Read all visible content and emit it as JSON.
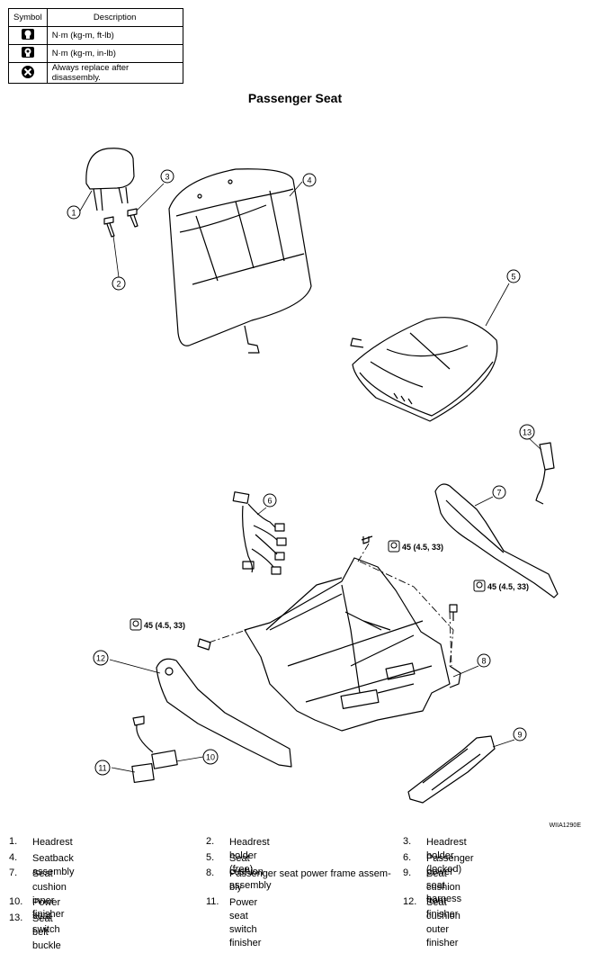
{
  "symbol_table": {
    "header_symbol": "Symbol",
    "header_description": "Description",
    "rows": [
      {
        "icon": "torque-wrench-icon",
        "description": "N·m (kg-m, ft-lb)"
      },
      {
        "icon": "torque-wrench-small-icon",
        "description": "N·m (kg-m, in-lb)"
      },
      {
        "icon": "replace-x-icon",
        "description": "Always replace after disassembly."
      }
    ]
  },
  "title": "Passenger Seat",
  "callouts": [
    "1",
    "2",
    "3",
    "4",
    "5",
    "6",
    "7",
    "8",
    "9",
    "10",
    "11",
    "12",
    "13"
  ],
  "torque_labels": [
    "45 (4.5, 33)",
    "45 (4.5, 33)",
    "45 (4.5, 33)"
  ],
  "figure_code": "WIIA1290E",
  "legend": [
    {
      "num": "1.",
      "text": "Headrest"
    },
    {
      "num": "2.",
      "text": "Headrest holder (free)"
    },
    {
      "num": "3.",
      "text": "Headrest holder (locked)"
    },
    {
      "num": "4.",
      "text": "Seatback assembly"
    },
    {
      "num": "5.",
      "text": "Seat cushion assembly"
    },
    {
      "num": "6.",
      "text": "Passenger power seat harness"
    },
    {
      "num": "7.",
      "text": "Seat cushion inner finisher"
    },
    {
      "num": "8.",
      "text": "Passenger seat power frame assem-bly"
    },
    {
      "num": "9.",
      "text": "Seat cushion front finisher"
    },
    {
      "num": "10.",
      "text": "Power seat switch"
    },
    {
      "num": "11.",
      "text": "Power seat switch finisher"
    },
    {
      "num": "12.",
      "text": "Seat cushion outer finisher"
    },
    {
      "num": "13.",
      "text": "Seat belt buckle"
    }
  ]
}
